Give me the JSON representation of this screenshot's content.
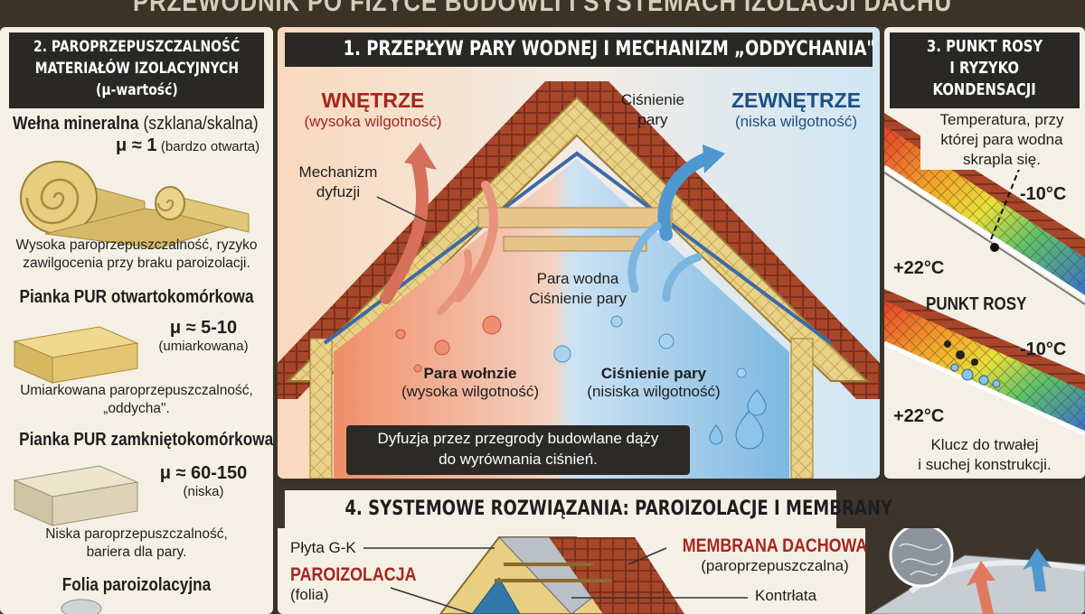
{
  "page_title": "PRZEWODNIK PO FIZYCE BUDOWLI I SYSTEMACH IZOLACJI DACHU",
  "panel_materials": {
    "heading": [
      "2. PAROPRZEPUSZCZALNOŚĆ",
      "MATERIAŁÓW IZOLACYJNYCH",
      "(μ-wartość)"
    ],
    "items": [
      {
        "name": "Wełna mineralna",
        "name_extra": "(szklana/skalna)",
        "mu": "μ ≈ 1",
        "mu_note": "(bardzo otwarta)",
        "desc": [
          "Wysoka paroprzepuszczalność, ryzyko",
          "zawilgocenia przy braku paroizolacji."
        ]
      },
      {
        "name": "Pianka PUR otwartokomórkowa",
        "mu": "μ ≈ 5-10",
        "mu_note": "(umiarkowana)",
        "desc": [
          "Umiarkowana paroprzepuszczalność,",
          "„oddycha\"."
        ]
      },
      {
        "name": "Pianka PUR zamkniętokomórkowa",
        "mu": "μ ≈ 60-150",
        "mu_note": "(niska)",
        "desc": [
          "Niska paroprzepuszczalność,",
          "bariera dla pary."
        ]
      },
      {
        "name": "Folia paroizolacyjna"
      }
    ]
  },
  "panel_flow": {
    "heading": "1. PRZEPŁYW PARY WODNEJ I MECHANIZM „ODDYCHANIA\"",
    "interior_title": "WNĘTRZE",
    "interior_sub": "(wysoka wilgotność)",
    "pressure_label": [
      "Ciśnienie",
      "pary"
    ],
    "exterior_title": "ZEWNĘTRZE",
    "exterior_sub": "(niska wilgotność)",
    "diffusion_label": [
      "Mechanizm",
      "dyfuzji"
    ],
    "center_label": [
      "Para wodna",
      "Ciśnienie pary"
    ],
    "left_label": "Para wołnzie",
    "left_sub": "(wysoka wilgotność)",
    "right_label": "Ciśnienie pary",
    "right_sub": "(nisiska wilgotność)",
    "caption": [
      "Dyfuzja przez przegrody budowlane dąży",
      "do wyrównania ciśnień."
    ]
  },
  "panel_dew": {
    "heading": [
      "3. PUNKT ROSY",
      "I RYZYKO",
      "KONDENSACJI"
    ],
    "definition": [
      "Temperatura, przy",
      "której para wodna",
      "skrapla się."
    ],
    "temp_cold_1": "-10°C",
    "temp_warm_1": "+22°C",
    "dew_label": "PUNKT ROSY",
    "temp_cold_2": "-10°C",
    "temp_warm_2": "+22°C",
    "footer": [
      "Klucz do trwałej",
      "i suchej konstrukcji."
    ]
  },
  "panel_systems": {
    "heading": "4. SYSTEMOWE ROZWIĄZANIA: PAROIZOLACJE I MEMBRANY",
    "label_gk": "Płyta G-K",
    "label_vapor": "PAROIZOLACJA",
    "label_vapor_sub": "(folia)",
    "label_membrane": "MEMBRANA DACHOWA",
    "label_membrane_sub": "(paroprzepuszczalna)",
    "label_batten": "Kontrłata"
  },
  "colors": {
    "background": "#3b3328",
    "panel": "#f5f0e6",
    "header": "#2a2824",
    "warm_air": "#f2a077",
    "cold_air": "#8fc3e6",
    "insulation": "#e8cf84",
    "roof_tile": "#a8462a",
    "warm_arrow": "#e07a5f",
    "cold_arrow": "#4f97cf"
  }
}
